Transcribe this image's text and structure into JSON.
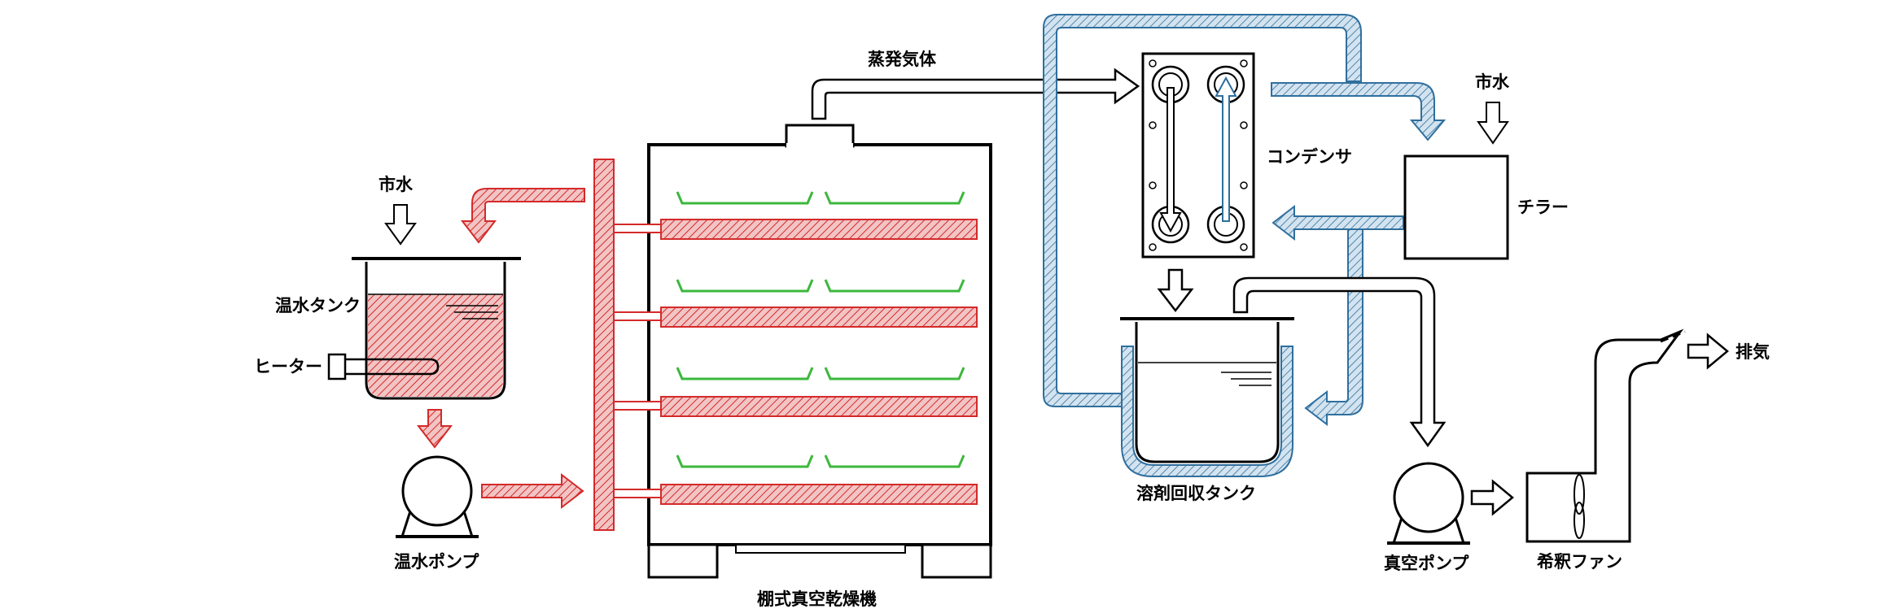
{
  "labels": {
    "city_water_left": "市水",
    "hot_water_tank": "温水タンク",
    "heater": "ヒーター",
    "hot_water_pump": "温水ポンプ",
    "shelf_dryer": "棚式真空乾燥機",
    "evaporated_gas": "蒸発気体",
    "condenser": "コンデンサ",
    "city_water_right": "市水",
    "chiller": "チラー",
    "solvent_tank": "溶剤回収タンク",
    "vacuum_pump": "真空ポンプ",
    "dilution_fan": "希釈ファン",
    "exhaust": "排気"
  },
  "colors": {
    "hot_line": "#d42a2a",
    "hot_fill": "#e8a8a8",
    "cool_line": "#2f6f9e",
    "cool_fill": "#bcd4e6",
    "tray": "#3cb83c",
    "outline": "#000000"
  }
}
